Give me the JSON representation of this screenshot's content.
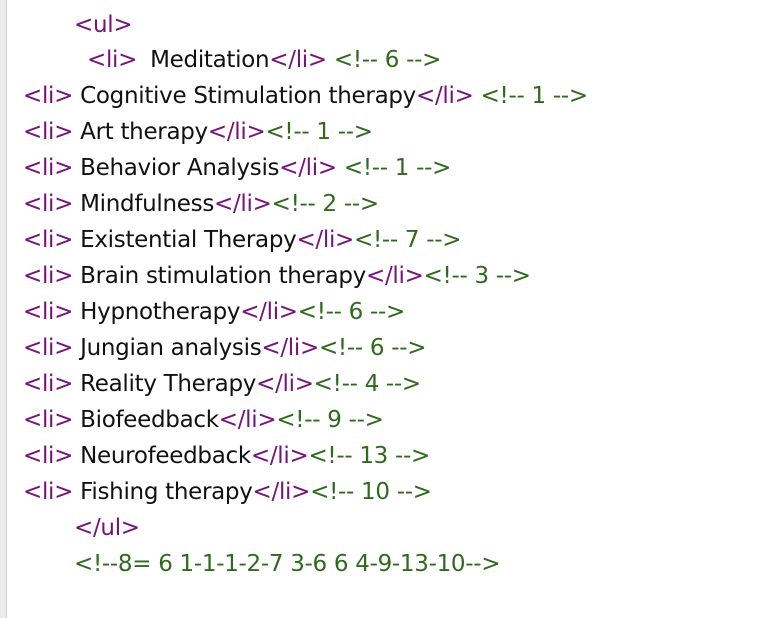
{
  "editor": {
    "ul_open": "<ul>",
    "ul_close": "</ul>",
    "li_open": "<li>",
    "li_close": "</li>",
    "items": [
      {
        "text": "Meditation",
        "gap_before": " ",
        "comment_sep": " ",
        "comment": "<!-- 6 -->"
      },
      {
        "text": "Cognitive Stimulation therapy",
        "gap_before": "",
        "comment_sep": " ",
        "comment": "<!-- 1 -->"
      },
      {
        "text": "Art therapy",
        "gap_before": "",
        "comment_sep": "",
        "comment": "<!-- 1 -->"
      },
      {
        "text": "Behavior Analysis",
        "gap_before": "",
        "comment_sep": " ",
        "comment": "<!-- 1 -->"
      },
      {
        "text": "Mindfulness",
        "gap_before": "",
        "comment_sep": "",
        "comment": "<!-- 2 -->"
      },
      {
        "text": "Existential Therapy",
        "gap_before": "",
        "comment_sep": "",
        "comment": "<!-- 7 -->"
      },
      {
        "text": "Brain stimulation therapy",
        "gap_before": "",
        "comment_sep": "",
        "comment": "<!-- 3 -->"
      },
      {
        "text": "Hypnotherapy",
        "gap_before": "",
        "comment_sep": "",
        "comment": "<!-- 6 -->"
      },
      {
        "text": "Jungian analysis",
        "gap_before": "",
        "comment_sep": "",
        "comment": "<!-- 6 -->"
      },
      {
        "text": "Reality Therapy",
        "gap_before": "",
        "comment_sep": "",
        "comment": "<!-- 4 -->"
      },
      {
        "text": "Biofeedback",
        "gap_before": "",
        "comment_sep": "",
        "comment": "<!-- 9 -->"
      },
      {
        "text": "Neurofeedback",
        "gap_before": "",
        "comment_sep": "",
        "comment": "<!-- 13 -->"
      },
      {
        "text": "Fishing therapy",
        "gap_before": "",
        "comment_sep": "",
        "comment": "<!-- 10 -->"
      }
    ],
    "summary_comment": "<!--8= 6 1-1-1-2-7 3-6 6 4-9-13-10-->"
  },
  "colors": {
    "tag": "#76137a",
    "text": "#111111",
    "comment": "#2f6a1e",
    "background": "#ffffff"
  }
}
